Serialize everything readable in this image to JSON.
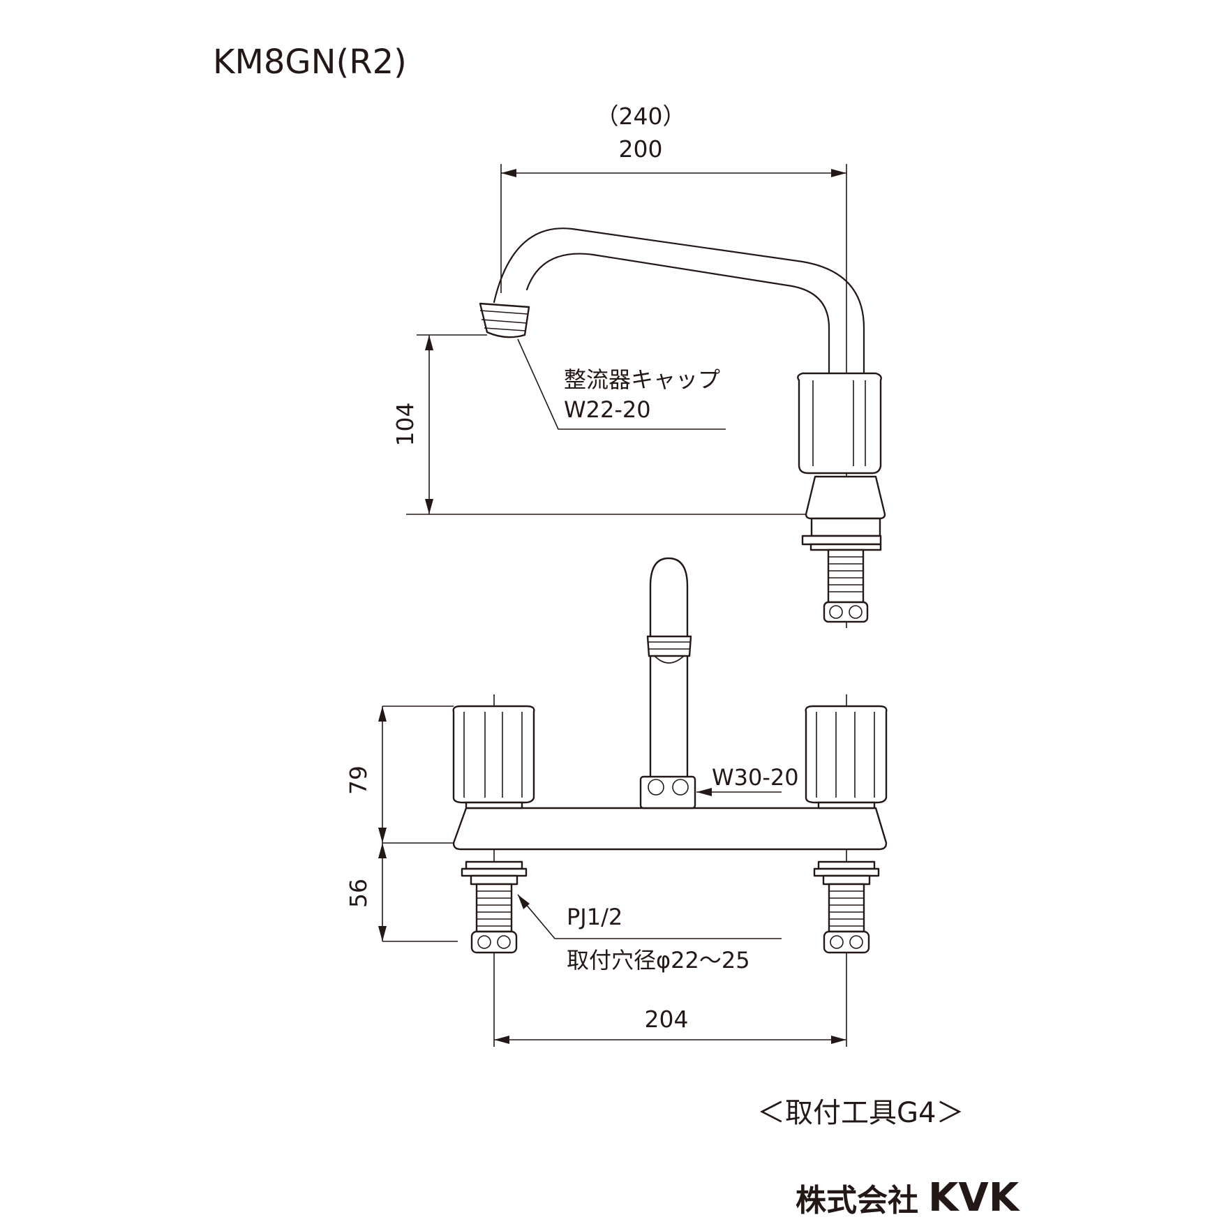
{
  "model": "KM8GN(R2)",
  "side_view": {
    "spout_reach_total": "（240）",
    "spout_reach": "200",
    "spout_height": "104",
    "aerator_label": "整流器キャップ",
    "aerator_spec": "W22-20"
  },
  "front_view": {
    "handle_height": "79",
    "shank_length": "56",
    "spout_nut": "W30-20",
    "connection_thread": "PJ1/2",
    "mounting_hole": "取付穴径φ22～25",
    "center_distance": "204"
  },
  "mounting_tool": "＜取付工具G4＞",
  "company": "株式会社",
  "brand": "KVK"
}
